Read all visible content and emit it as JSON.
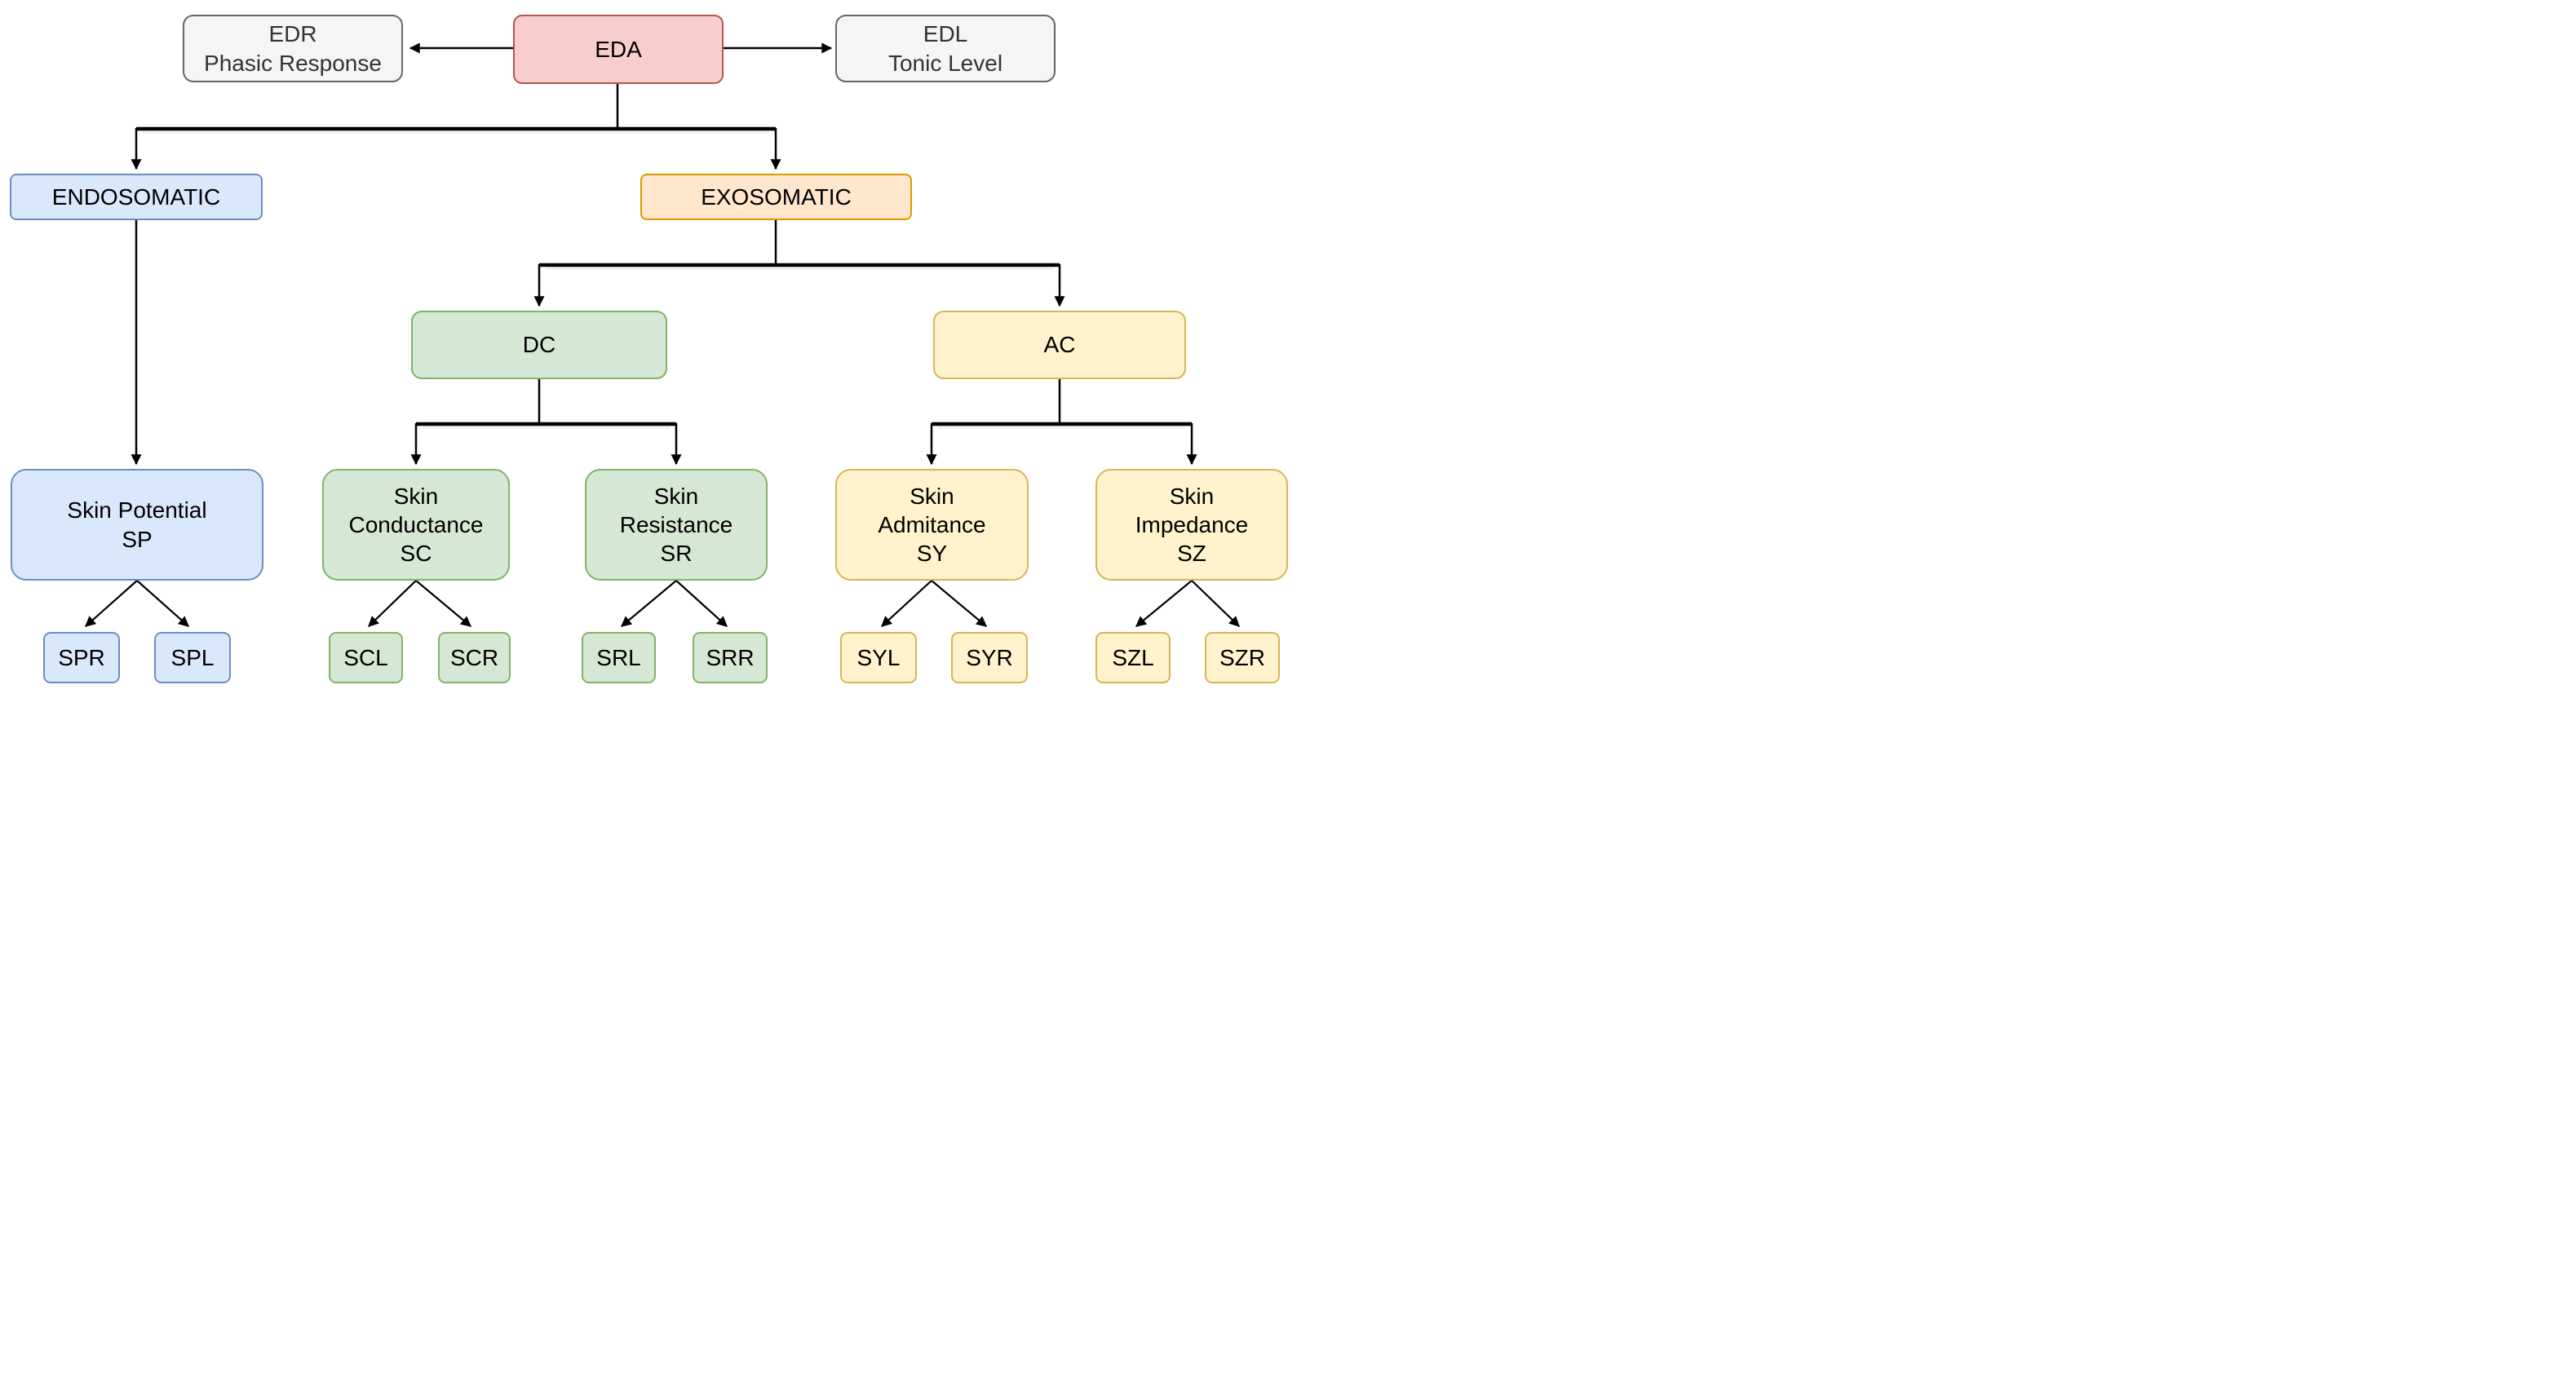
{
  "diagram": {
    "title": "EDA classification tree",
    "background": "#ffffff",
    "edge_color": "#000000",
    "schemes": {
      "red": {
        "fill": "#f8cecc",
        "stroke": "#b85450",
        "text": "#000000"
      },
      "gray": {
        "fill": "#f5f5f5",
        "stroke": "#666666",
        "text": "#333333"
      },
      "blue": {
        "fill": "#dae8fc",
        "stroke": "#6c8ebf",
        "text": "#000000"
      },
      "orange": {
        "fill": "#ffe6cc",
        "stroke": "#d79b00",
        "text": "#000000"
      },
      "green": {
        "fill": "#d5e8d4",
        "stroke": "#82b366",
        "text": "#000000"
      },
      "yellow": {
        "fill": "#fff2cc",
        "stroke": "#d6b656",
        "text": "#000000"
      }
    },
    "nodes": {
      "eda": {
        "label": "EDA"
      },
      "edr": {
        "label": "EDR\nPhasic Response"
      },
      "edl": {
        "label": "EDL\nTonic Level"
      },
      "endosomatic": {
        "label": "ENDOSOMATIC"
      },
      "exosomatic": {
        "label": "EXOSOMATIC"
      },
      "dc": {
        "label": "DC"
      },
      "ac": {
        "label": "AC"
      },
      "sp": {
        "label": "Skin Potential\nSP"
      },
      "sc": {
        "label": "Skin\nConductance\nSC"
      },
      "sr": {
        "label": "Skin\nResistance\nSR"
      },
      "sy": {
        "label": "Skin\nAdmitance\nSY"
      },
      "sz": {
        "label": "Skin\nImpedance\nSZ"
      },
      "spr": {
        "label": "SPR"
      },
      "spl": {
        "label": "SPL"
      },
      "scl": {
        "label": "SCL"
      },
      "scr": {
        "label": "SCR"
      },
      "srl": {
        "label": "SRL"
      },
      "srr": {
        "label": "SRR"
      },
      "syl": {
        "label": "SYL"
      },
      "syr": {
        "label": "SYR"
      },
      "szl": {
        "label": "SZL"
      },
      "szr": {
        "label": "SZR"
      }
    },
    "edges": [
      {
        "from": "eda",
        "to": "edr"
      },
      {
        "from": "eda",
        "to": "edl"
      },
      {
        "from": "eda",
        "to": "endosomatic"
      },
      {
        "from": "eda",
        "to": "exosomatic"
      },
      {
        "from": "endosomatic",
        "to": "sp"
      },
      {
        "from": "exosomatic",
        "to": "dc"
      },
      {
        "from": "exosomatic",
        "to": "ac"
      },
      {
        "from": "dc",
        "to": "sc"
      },
      {
        "from": "dc",
        "to": "sr"
      },
      {
        "from": "ac",
        "to": "sy"
      },
      {
        "from": "ac",
        "to": "sz"
      },
      {
        "from": "sp",
        "to": "spr"
      },
      {
        "from": "sp",
        "to": "spl"
      },
      {
        "from": "sc",
        "to": "scl"
      },
      {
        "from": "sc",
        "to": "scr"
      },
      {
        "from": "sr",
        "to": "srl"
      },
      {
        "from": "sr",
        "to": "srr"
      },
      {
        "from": "sy",
        "to": "syl"
      },
      {
        "from": "sy",
        "to": "syr"
      },
      {
        "from": "sz",
        "to": "szl"
      },
      {
        "from": "sz",
        "to": "szr"
      }
    ]
  }
}
